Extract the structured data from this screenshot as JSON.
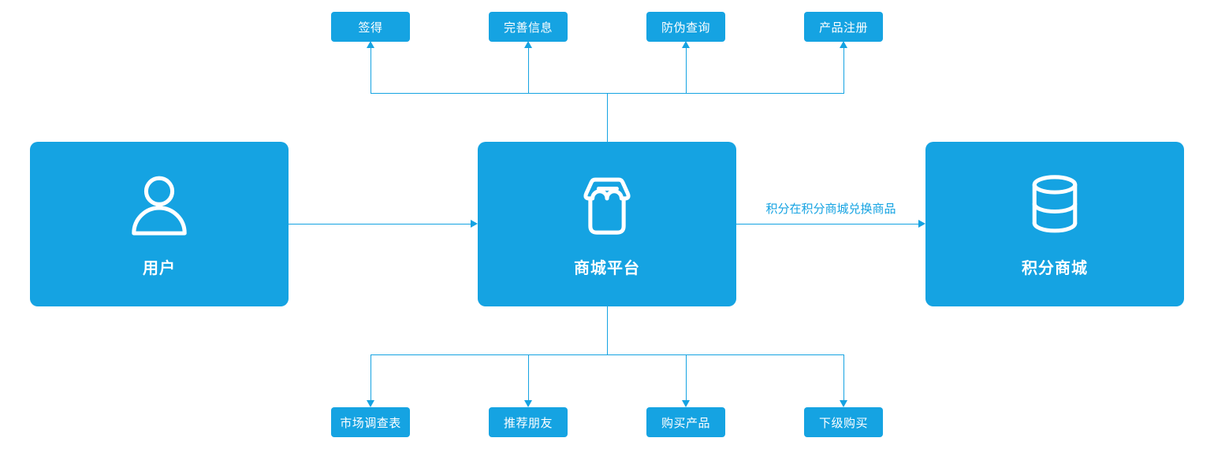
{
  "diagram": {
    "accent_color": "#15A3E2",
    "background_color": "#FFFFFF",
    "text_on_node_color": "#FFFFFF",
    "nodes": {
      "user": {
        "label": "用户",
        "icon": "user-icon"
      },
      "mall_platform": {
        "label": "商城平台",
        "icon": "store-icon"
      },
      "points_mall": {
        "label": "积分商城",
        "icon": "database-icon"
      }
    },
    "top_actions": [
      {
        "label": "签得"
      },
      {
        "label": "完善信息"
      },
      {
        "label": "防伪查询"
      },
      {
        "label": "产品注册"
      }
    ],
    "bottom_actions": [
      {
        "label": "市场调查表"
      },
      {
        "label": "推荐朋友"
      },
      {
        "label": "购买产品"
      },
      {
        "label": "下级购买"
      }
    ],
    "edges": {
      "user_to_mall": {
        "from": "用户",
        "to": "商城平台",
        "label": ""
      },
      "mall_to_points": {
        "from": "商城平台",
        "to": "积分商城",
        "label": "积分在积分商城兑换商品"
      },
      "mall_to_top_actions": {
        "from": "商城平台",
        "to": [
          "签得",
          "完善信息",
          "防伪查询",
          "产品注册"
        ]
      },
      "mall_to_bottom_actions": {
        "from": "商城平台",
        "to": [
          "市场调查表",
          "推荐朋友",
          "购买产品",
          "下级购买"
        ]
      }
    }
  }
}
